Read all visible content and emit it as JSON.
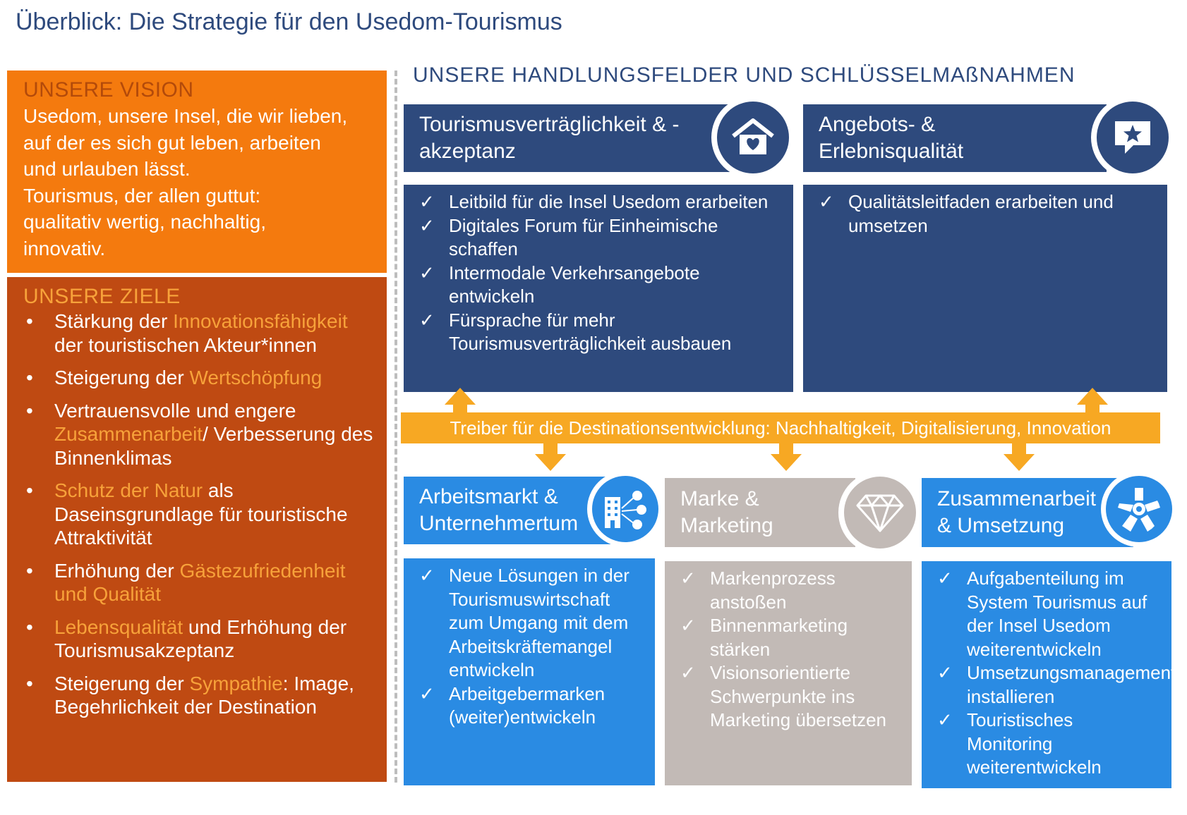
{
  "title": "Überblick: Die Strategie für den Usedom-Tourismus",
  "vision": {
    "heading": "UNSERE VISION",
    "lines": [
      "Usedom, unsere Insel, die wir lieben,",
      "auf der es sich gut leben, arbeiten",
      "und urlauben lässt.",
      "Tourismus, der allen guttut:",
      "qualitativ wertig, nachhaltig,",
      "innovativ."
    ]
  },
  "goals": {
    "heading": "UNSERE ZIELE",
    "items": [
      {
        "pre": "Stärkung der ",
        "hl": "Innovationsfähigkeit",
        "post": " der touristischen Akteur*innen"
      },
      {
        "pre": "Steigerung der ",
        "hl": "Wertschöpfung",
        "post": ""
      },
      {
        "pre": "Vertrauensvolle und engere ",
        "hl": "Zusammenarbeit",
        "post": "/ Verbesserung des Binnenklimas"
      },
      {
        "pre": "",
        "hl": "Schutz der Natur",
        "post": " als Daseinsgrundlage für touristische Attraktivität"
      },
      {
        "pre": "Erhöhung der ",
        "hl": "Gästezufriedenheit und Qualität",
        "post": ""
      },
      {
        "pre": "",
        "hl": "Lebensqualität",
        "post": " und Erhöhung der Tourismusakzeptanz"
      },
      {
        "pre": "Steigerung der ",
        "hl": "Sympathie",
        "post": ": Image, Begehrlichkeit der Destination"
      }
    ]
  },
  "fields_heading": "UNSERE HANDLUNGSFELDER UND SCHLÜSSELMAßNAHMEN",
  "driver": "Treiber für die Destinationsentwicklung: Nachhaltigkeit, Digitalisierung, Innovation",
  "check_symbol": "✓",
  "bullet_symbol": "•",
  "cards": {
    "tourism": {
      "title_1": "Tourismusverträglichkeit & -",
      "title_2": "akzeptanz",
      "icon": "house-heart-icon",
      "items": [
        "Leitbild für die Insel Usedom erarbeiten",
        "Digitales Forum für Einheimische schaffen",
        "Intermodale Verkehrsangebote entwickeln",
        "Fürsprache für mehr Tourismusverträglichkeit ausbauen"
      ]
    },
    "quality": {
      "title_1": "Angebots- &",
      "title_2": "Erlebnisqualität",
      "icon": "star-speech-bubble-icon",
      "items": [
        "Qualitätsleitfaden erarbeiten und umsetzen"
      ]
    },
    "labour": {
      "title_1": "Arbeitsmarkt &",
      "title_2": "Unternehmertum",
      "icon": "building-network-icon",
      "items": [
        "Neue Lösungen in der Tourismuswirtschaft zum Umgang mit dem Arbeitskräftemangel entwickeln",
        "Arbeitgebermarken (weiter)entwickeln"
      ]
    },
    "brand": {
      "title_1": "Marke &",
      "title_2": "Marketing",
      "icon": "diamond-icon",
      "items": [
        "Markenprozess anstoßen",
        "Binnenmarketing stärken",
        "Visionsorientierte Schwerpunkte ins Marketing übersetzen"
      ]
    },
    "cooperation": {
      "title_1": "Zusammenarbeit",
      "title_2": "& Umsetzung",
      "icon": "joined-hands-icon",
      "items": [
        "Aufgabenteilung im System Tourismus auf der Insel Usedom weiterentwickeln",
        "Umsetzungsmanagement installieren",
        "Touristisches Monitoring weiterentwickeln"
      ]
    }
  },
  "colors": {
    "vision_bg": "#f47a0e",
    "goals_bg": "#bf4a12",
    "highlight": "#f7a23a",
    "navy": "#2e4a7d",
    "blue": "#2a8be3",
    "grey": "#c2bab6",
    "driver": "#f7a823"
  }
}
